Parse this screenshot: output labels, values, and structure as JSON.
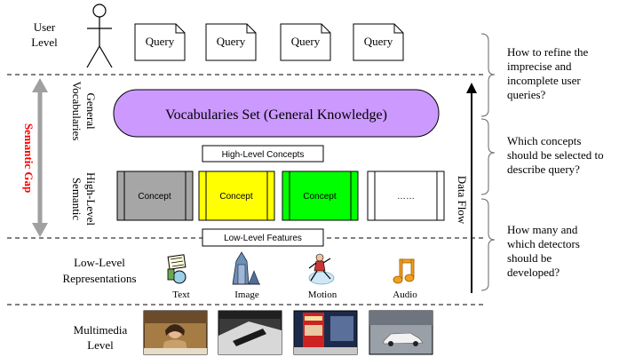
{
  "levels": {
    "user": [
      "User",
      "Level"
    ],
    "general_vocabularies": [
      "General",
      "Vocabularies"
    ],
    "high_level_semantic": [
      "High-Level",
      "Semantic"
    ],
    "low_level": [
      "Low-Level",
      "Representations"
    ],
    "multimedia": [
      "Multimedia",
      "Level"
    ]
  },
  "queries": [
    "Query",
    "Query",
    "Query",
    "Query"
  ],
  "vocabularies_set": "Vocabularies Set (General Knowledge)",
  "high_level_concepts_label": "High-Level Concepts",
  "low_level_features_label": "Low-Level Features",
  "concepts": [
    {
      "label": "Concept",
      "color": "#a6a6a6"
    },
    {
      "label": "Concept",
      "color": "#ffff00"
    },
    {
      "label": "Concept",
      "color": "#00ff00"
    },
    {
      "label": "……",
      "color": "#ffffff"
    }
  ],
  "media": [
    {
      "label": "Text",
      "icon": "text-document-icon"
    },
    {
      "label": "Image",
      "icon": "building-image-icon"
    },
    {
      "label": "Motion",
      "icon": "runner-motion-icon"
    },
    {
      "label": "Audio",
      "icon": "music-note-icon"
    }
  ],
  "semantic_gap": "Semantic Gap",
  "data_flow": "Data Flow",
  "questions": [
    [
      "How to refine the",
      "imprecise and",
      "incomplete user",
      "queries?"
    ],
    [
      "Which concepts",
      "should be selected to",
      "describe query?"
    ],
    [
      "How many and",
      "which detectors",
      "should be",
      "developed?"
    ]
  ],
  "colors": {
    "vocab_fill": "#cc99ff",
    "semantic_gap": "#ff0000",
    "gap_arrow": "#a0a0a0",
    "frame_edge": "#000000"
  }
}
